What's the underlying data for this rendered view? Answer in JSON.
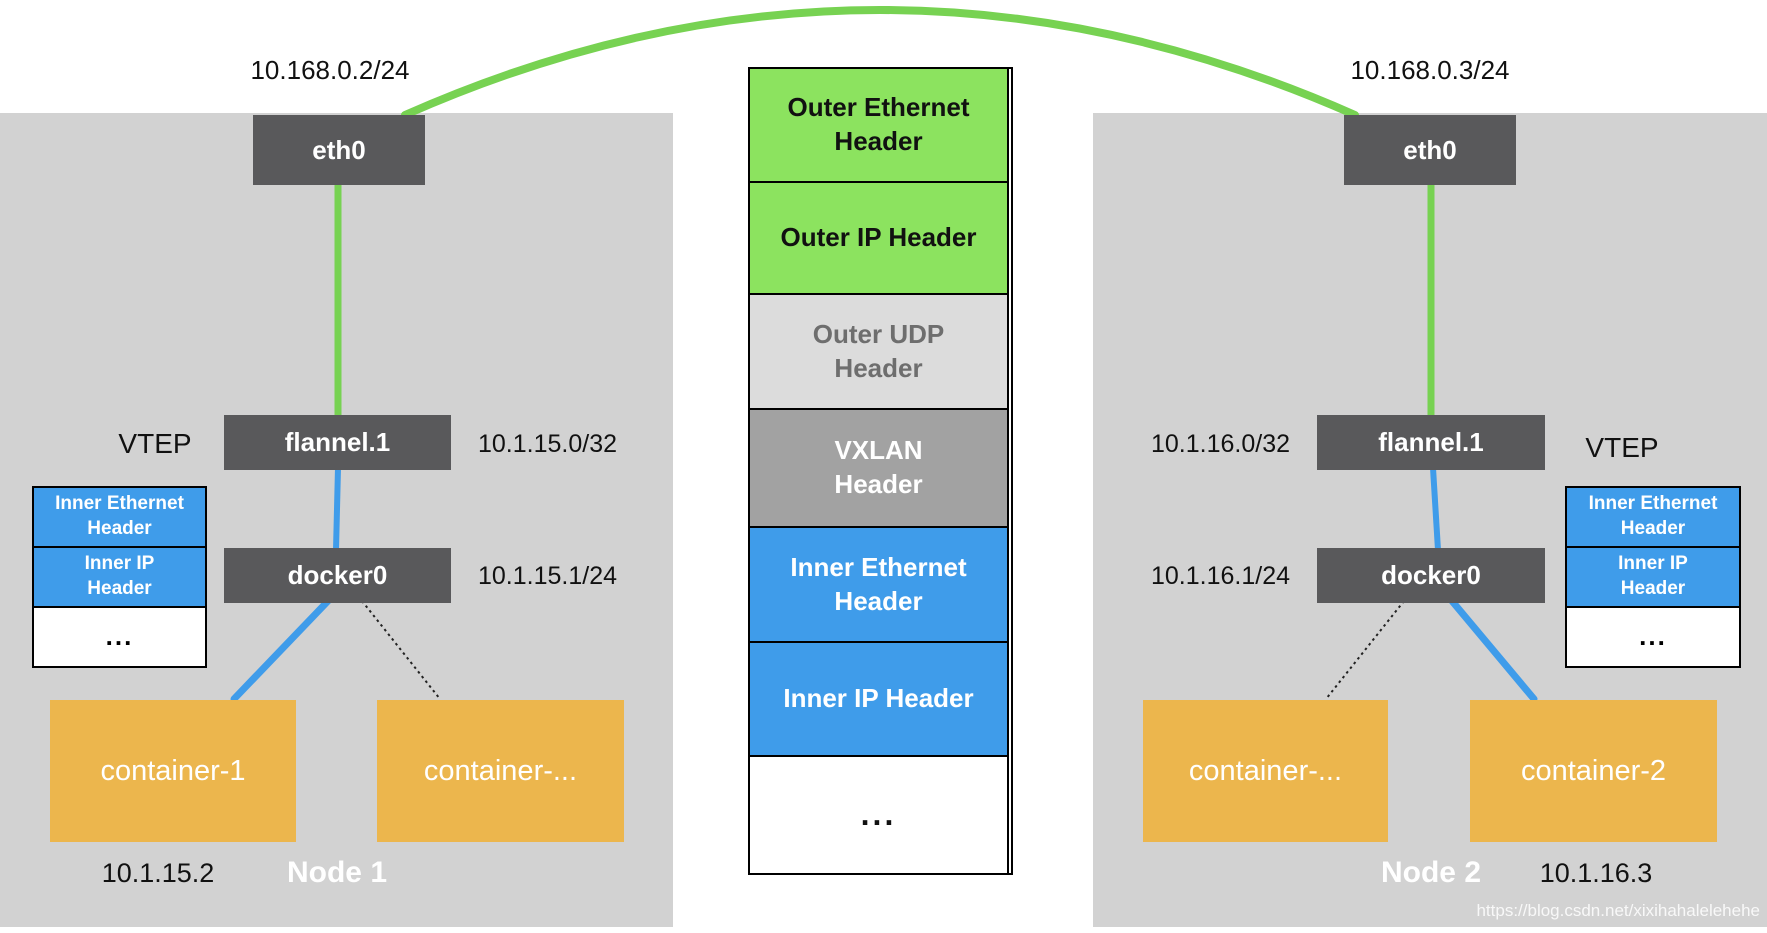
{
  "left_node": {
    "name": "Node 1",
    "eth_ip": "10.168.0.2/24",
    "eth_label": "eth0",
    "vtep_label": "VTEP",
    "flannel_label": "flannel.1",
    "flannel_ip": "10.1.15.0/32",
    "docker_label": "docker0",
    "docker_ip": "10.1.15.1/24",
    "containers": [
      "container-1",
      "container-..."
    ],
    "container_ip": "10.1.15.2",
    "inner_stack": [
      "Inner Ethernet\nHeader",
      "Inner IP\nHeader",
      "..."
    ]
  },
  "right_node": {
    "name": "Node 2",
    "eth_ip": "10.168.0.3/24",
    "eth_label": "eth0",
    "vtep_label": "VTEP",
    "flannel_label": "flannel.1",
    "flannel_ip": "10.1.16.0/32",
    "docker_label": "docker0",
    "docker_ip": "10.1.16.1/24",
    "containers": [
      "container-...",
      "container-2"
    ],
    "container_ip": "10.1.16.3",
    "inner_stack": [
      "Inner Ethernet\nHeader",
      "Inner IP\nHeader",
      "..."
    ]
  },
  "packet_stack": {
    "segments": [
      {
        "label": "Outer Ethernet\nHeader",
        "bg": "#8ce35f",
        "text_color": "#111111"
      },
      {
        "label": "Outer IP Header",
        "bg": "#8ce35f",
        "text_color": "#111111"
      },
      {
        "label": "Outer UDP\nHeader",
        "bg": "#dcdcdc",
        "text_color": "#6e6e6e"
      },
      {
        "label": "VXLAN\nHeader",
        "bg": "#a2a2a2",
        "text_color": "#ffffff"
      },
      {
        "label": "Inner Ethernet\nHeader",
        "bg": "#3f9cea",
        "text_color": "#ffffff"
      },
      {
        "label": "Inner IP Header",
        "bg": "#3f9cea",
        "text_color": "#ffffff"
      },
      {
        "label": "...",
        "bg": "#ffffff",
        "text_color": "#111111"
      }
    ]
  },
  "watermark": "https://blog.csdn.net/xixihahalelehehe",
  "colors": {
    "node_panel": "#d2d2d2",
    "interface_box": "#59595b",
    "container_box": "#ecb64d",
    "outer_header_green": "#8ce35f",
    "udp_header_gray": "#dcdcdc",
    "vxlan_header_gray": "#a2a2a2",
    "inner_header_blue": "#3f9cea",
    "link_green": "#77d252",
    "link_blue": "#3f9cea"
  }
}
